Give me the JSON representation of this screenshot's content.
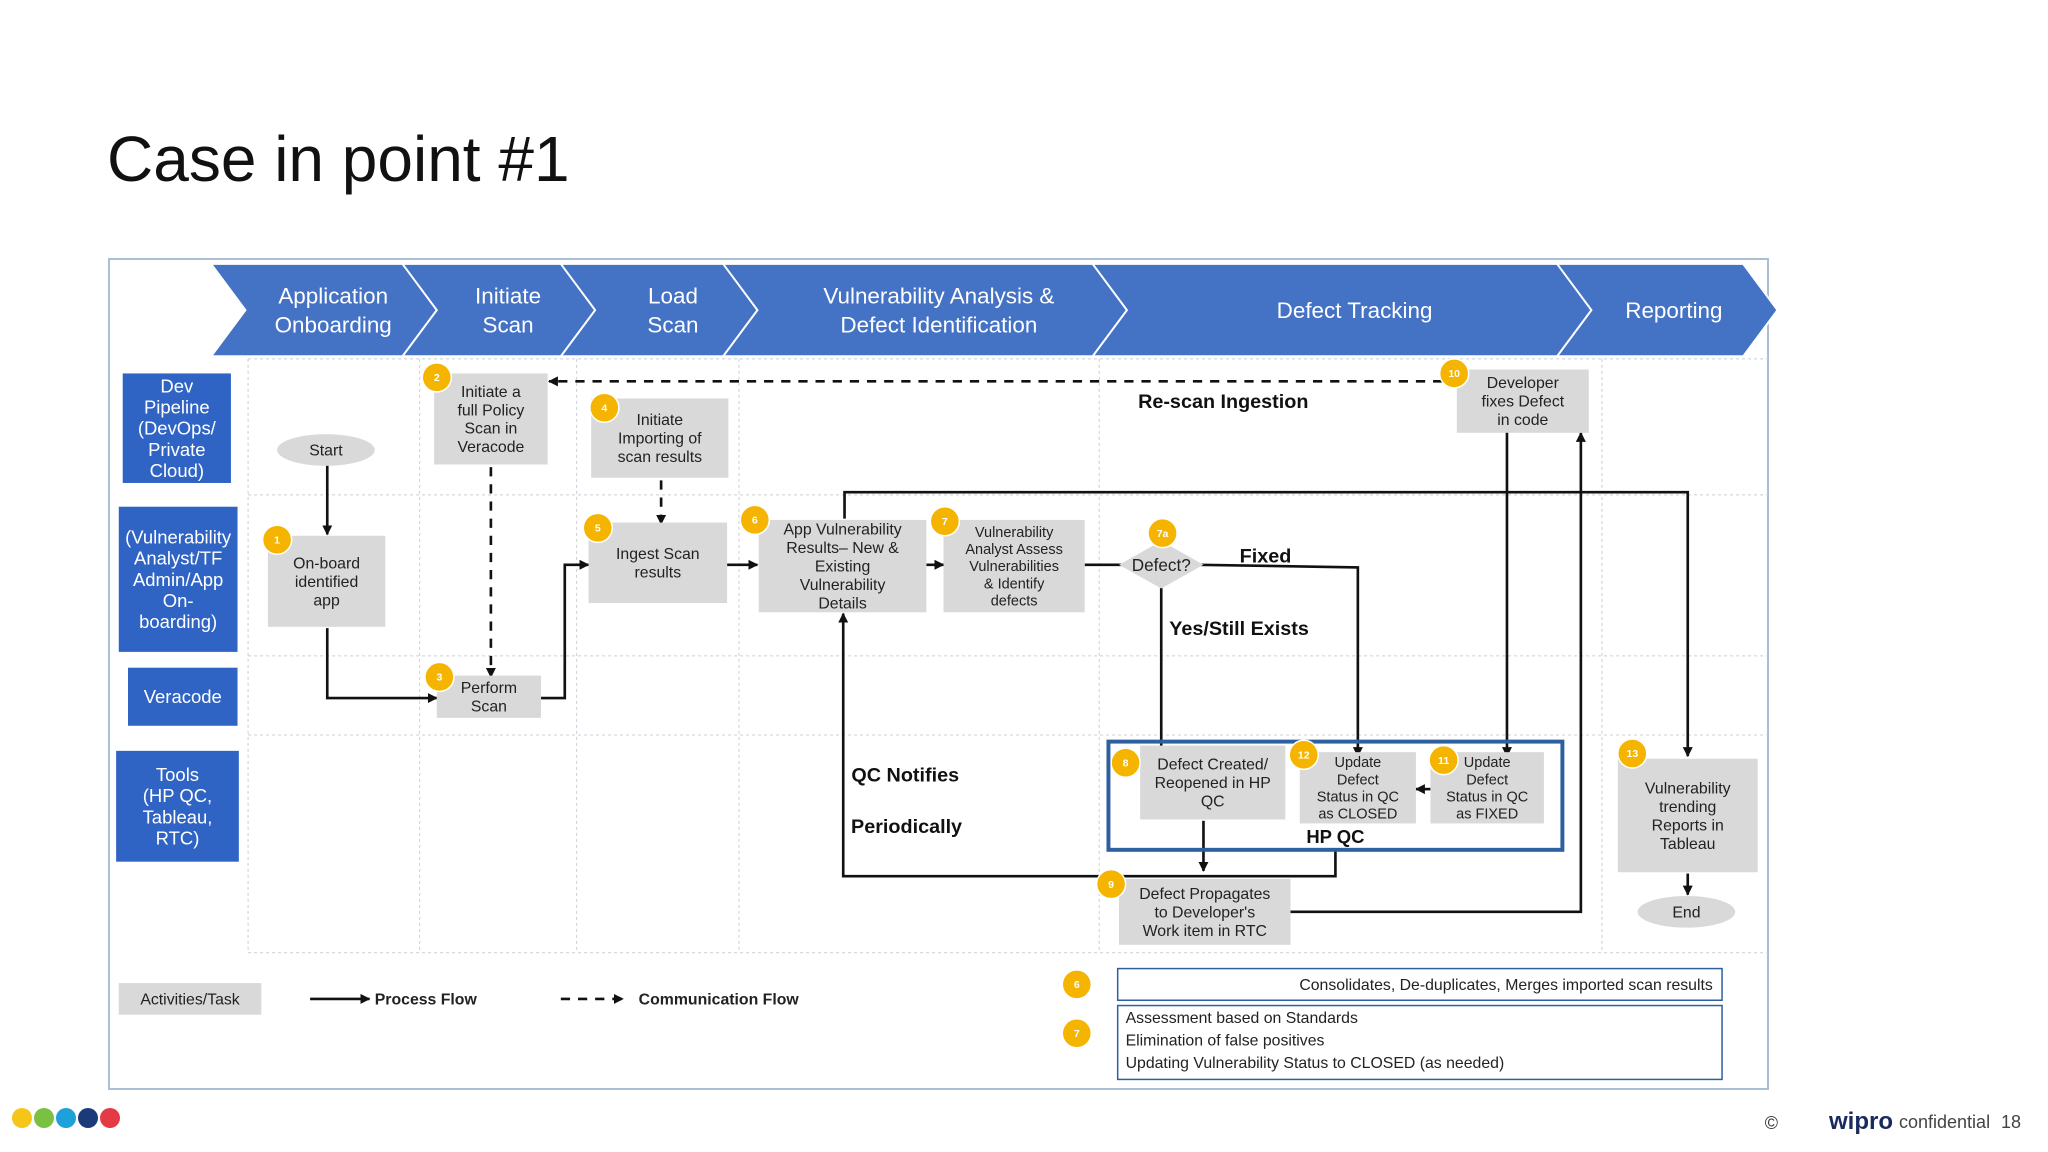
{
  "slide": {
    "title": "Case in point #1",
    "footer": {
      "copyright": "©",
      "brand": "wipro",
      "confidential": "confidential",
      "page": "18"
    },
    "brand_dots": [
      "#f5c518",
      "#7ac143",
      "#1da1d8",
      "#1a3a7a",
      "#e63946"
    ]
  },
  "colors": {
    "chevron": "#4472c4",
    "lane_label": "#2f64c4",
    "box": "#d9d9d9",
    "badge": "#f4b400",
    "hpqc_border": "#2e5f9e",
    "line": "#111111"
  },
  "phases": [
    [
      "Application",
      "Onboarding"
    ],
    [
      "Initiate",
      "Scan"
    ],
    [
      "Load",
      "Scan"
    ],
    [
      "Vulnerability  Analysis  &",
      "Defect Identification"
    ],
    [
      "Defect Tracking"
    ],
    [
      "Reporting"
    ]
  ],
  "lanes": [
    [
      "Dev",
      "Pipeline",
      "(DevOps/",
      "Private",
      "Cloud)"
    ],
    [
      "(Vulnerability",
      "Analyst/TF",
      "Admin/App",
      "On-",
      "boarding)"
    ],
    [
      "Veracode"
    ],
    [
      "Tools",
      "(HP  QC,",
      "Tableau,",
      "RTC)"
    ]
  ],
  "nodes": {
    "start": "Start",
    "end": "End",
    "n1": [
      "On-board",
      "identified",
      "app"
    ],
    "n2": [
      "Initiate  a",
      "full Policy",
      "Scan in",
      "Veracode"
    ],
    "n3": [
      "Perform",
      "Scan"
    ],
    "n4": [
      "Initiate",
      "Importing of",
      "scan results"
    ],
    "n5": [
      "Ingest Scan",
      "results"
    ],
    "n6": [
      "App Vulnerability",
      "Results–  New &",
      "Existing",
      "Vulnerability",
      "Details"
    ],
    "n7": [
      "Vulnerability",
      "Analyst Assess",
      "Vulnerabilities",
      "& Identify",
      "defects"
    ],
    "n7a": "Defect?",
    "n8": [
      "Defect Created/",
      "Reopened  in HP",
      "QC"
    ],
    "n9": [
      "Defect Propagates",
      "to Developer's",
      "Work item in RTC"
    ],
    "n10": [
      "Developer",
      "fixes Defect",
      "in code"
    ],
    "n11": [
      "Update",
      "Defect",
      "Status in QC",
      "as FIXED"
    ],
    "n12": [
      "Update",
      "Defect",
      "Status in QC",
      "as CLOSED"
    ],
    "n13": [
      "Vulnerability",
      "trending",
      "Reports  in",
      "Tableau"
    ]
  },
  "badges": [
    "1",
    "2",
    "3",
    "4",
    "5",
    "6",
    "7",
    "7a",
    "8",
    "9",
    "10",
    "11",
    "12",
    "13"
  ],
  "labels": {
    "rescan": "Re-scan Ingestion",
    "fixed": "Fixed",
    "yes_exists": "Yes/Still Exists",
    "qc_notifies": "QC Notifies",
    "periodically": "Periodically",
    "hpqc": "HP QC"
  },
  "legend": {
    "activities": "Activities/Task",
    "process_flow": "Process Flow",
    "communication_flow": "Communication  Flow",
    "note6_badge": "6",
    "note6": "Consolidates, De-duplicates, Merges imported scan results",
    "note7_badge": "7",
    "note7": [
      "Assessment based on        Standards",
      "Elimination of false positives",
      "Updating  Vulnerability Status to CLOSED (as needed)"
    ]
  }
}
